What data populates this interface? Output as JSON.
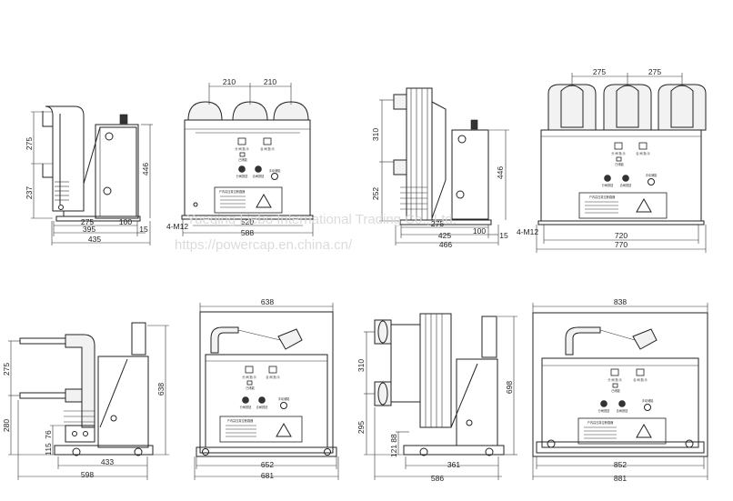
{
  "views": {
    "tl_side": {
      "h_upper": "275",
      "h_lower": "237",
      "h_total": "446",
      "w_a": "275",
      "w_b": "100",
      "w_c": "395",
      "w_d": "15",
      "w_total": "435"
    },
    "tl_front": {
      "pole_a": "210",
      "pole_b": "210",
      "w_inner": "520",
      "w_total": "588",
      "bolts": "4-M12"
    },
    "tr_side": {
      "h_upper": "310",
      "h_lower": "252",
      "h_total": "446",
      "w_a": "275",
      "w_b": "100",
      "w_c": "425",
      "w_d": "15",
      "w_total": "466"
    },
    "tr_front": {
      "pole_a": "275",
      "pole_b": "275",
      "w_inner": "720",
      "w_total": "770",
      "bolts": "4-M12"
    },
    "bl_side": {
      "h_upper": "275",
      "h_lower": "280",
      "h_c": "76",
      "h_d": "115",
      "h_total": "638",
      "w_inner": "433",
      "w_total": "598"
    },
    "bl_front": {
      "w_top": "638",
      "w_inner": "652",
      "w_total": "681"
    },
    "br_side": {
      "h_upper": "310",
      "h_lower": "295",
      "h_c": "88",
      "h_d": "121",
      "h_total": "698",
      "w_inner": "361",
      "w_total": "586"
    },
    "br_front": {
      "w_top": "838",
      "w_inner": "852",
      "w_total": "881"
    }
  },
  "panel_text": {
    "open_ind": "分 闸 指 示",
    "close_ind": "合 闸 指 示",
    "spring_ind": "已储能",
    "open_btn": "分闸按钮",
    "close_btn": "合闸按钮",
    "manual_store": "手动储能",
    "nameplate": "户内高压真空断路器"
  },
  "watermark": {
    "company": "Yueqing Liebo International Trading Co., Ltd.",
    "url": "https://powercap.en.china.cn/"
  }
}
